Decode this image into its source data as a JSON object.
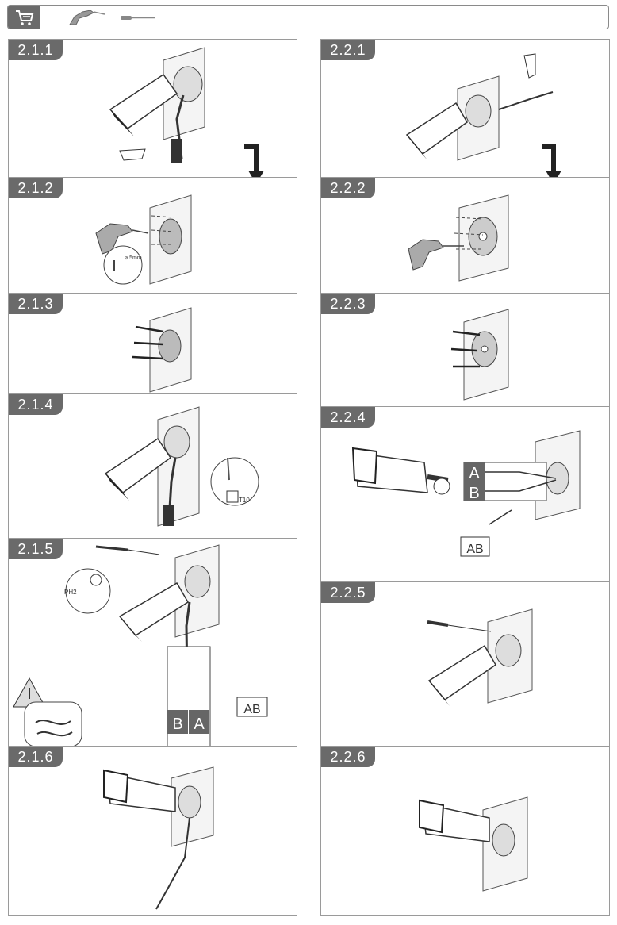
{
  "header": {
    "icons": [
      "cart-icon",
      "drill-icon",
      "screwdriver-icon"
    ]
  },
  "left": [
    {
      "step": "2.1.1"
    },
    {
      "step": "2.1.2",
      "hole_label": "⌀ 5mm"
    },
    {
      "step": "2.1.3"
    },
    {
      "step": "2.1.4",
      "tool_label": "T10"
    },
    {
      "step": "2.1.5",
      "tool_label": "PH2",
      "cable_labels": [
        "B",
        "A"
      ],
      "book_label": "AB"
    },
    {
      "step": "2.1.6"
    }
  ],
  "right": [
    {
      "step": "2.2.1"
    },
    {
      "step": "2.2.2"
    },
    {
      "step": "2.2.3"
    },
    {
      "step": "2.2.4",
      "cable_labels": [
        "A",
        "B"
      ],
      "book_label": "AB"
    },
    {
      "step": "2.2.5"
    },
    {
      "step": "2.2.6"
    }
  ],
  "colors": {
    "tag_bg": "#6a6a6a",
    "border": "#9a9a9a",
    "label_bg": "#666666"
  }
}
